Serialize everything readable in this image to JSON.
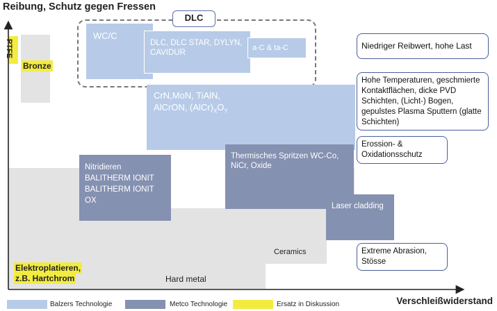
{
  "axes": {
    "y_title": "Reibung, Schutz gegen Fressen",
    "x_title": "Verschleißwiderstand"
  },
  "dlc_group": {
    "label": "DLC"
  },
  "regions": {
    "ptfe": "PTFE",
    "bronze": "Bronze",
    "wc_c": "WC/C",
    "dlc_star": "DLC, DLC STAR, DYLYN, CAVIDUR",
    "a_c": "a-C & ta-C",
    "crn_prefix": "CrN,MoN, TiAlN, AlCrON, (AlCr)",
    "crn_sub_x": "X",
    "crn_o": "O",
    "crn_sub_y": "Y",
    "nitridieren": "Nitridieren",
    "balitherm1": "BALITHERM IONIT",
    "balitherm2": "BALITHERM IONIT OX",
    "spritzen": "Thermisches Spritzen WC-Co, NiCr, Oxide",
    "laser": "Laser cladding",
    "ceramics": "Ceramics",
    "hard_metal": "Hard metal",
    "elektro1": "Elektroplatieren,",
    "elektro2": "z.B. Hartchrom"
  },
  "notes": [
    "Niedriger Reibwert, hohe Last",
    "Hohe Temperaturen, geschmierte Kontaktflächen, dicke PVD Schichten, (Licht-) Bogen, gepulstes Plasma Sputtern (glatte Schichten)",
    "Erossion- & Oxidationsschutz",
    "Extreme Abrasion, Stösse"
  ],
  "legend": [
    {
      "label": "Balzers Technologie",
      "color": "#b7cbe8"
    },
    {
      "label": "Metco Technologie",
      "color": "#8591b1"
    },
    {
      "label": "Ersatz in Diskussion",
      "color": "#f3ec40"
    }
  ]
}
